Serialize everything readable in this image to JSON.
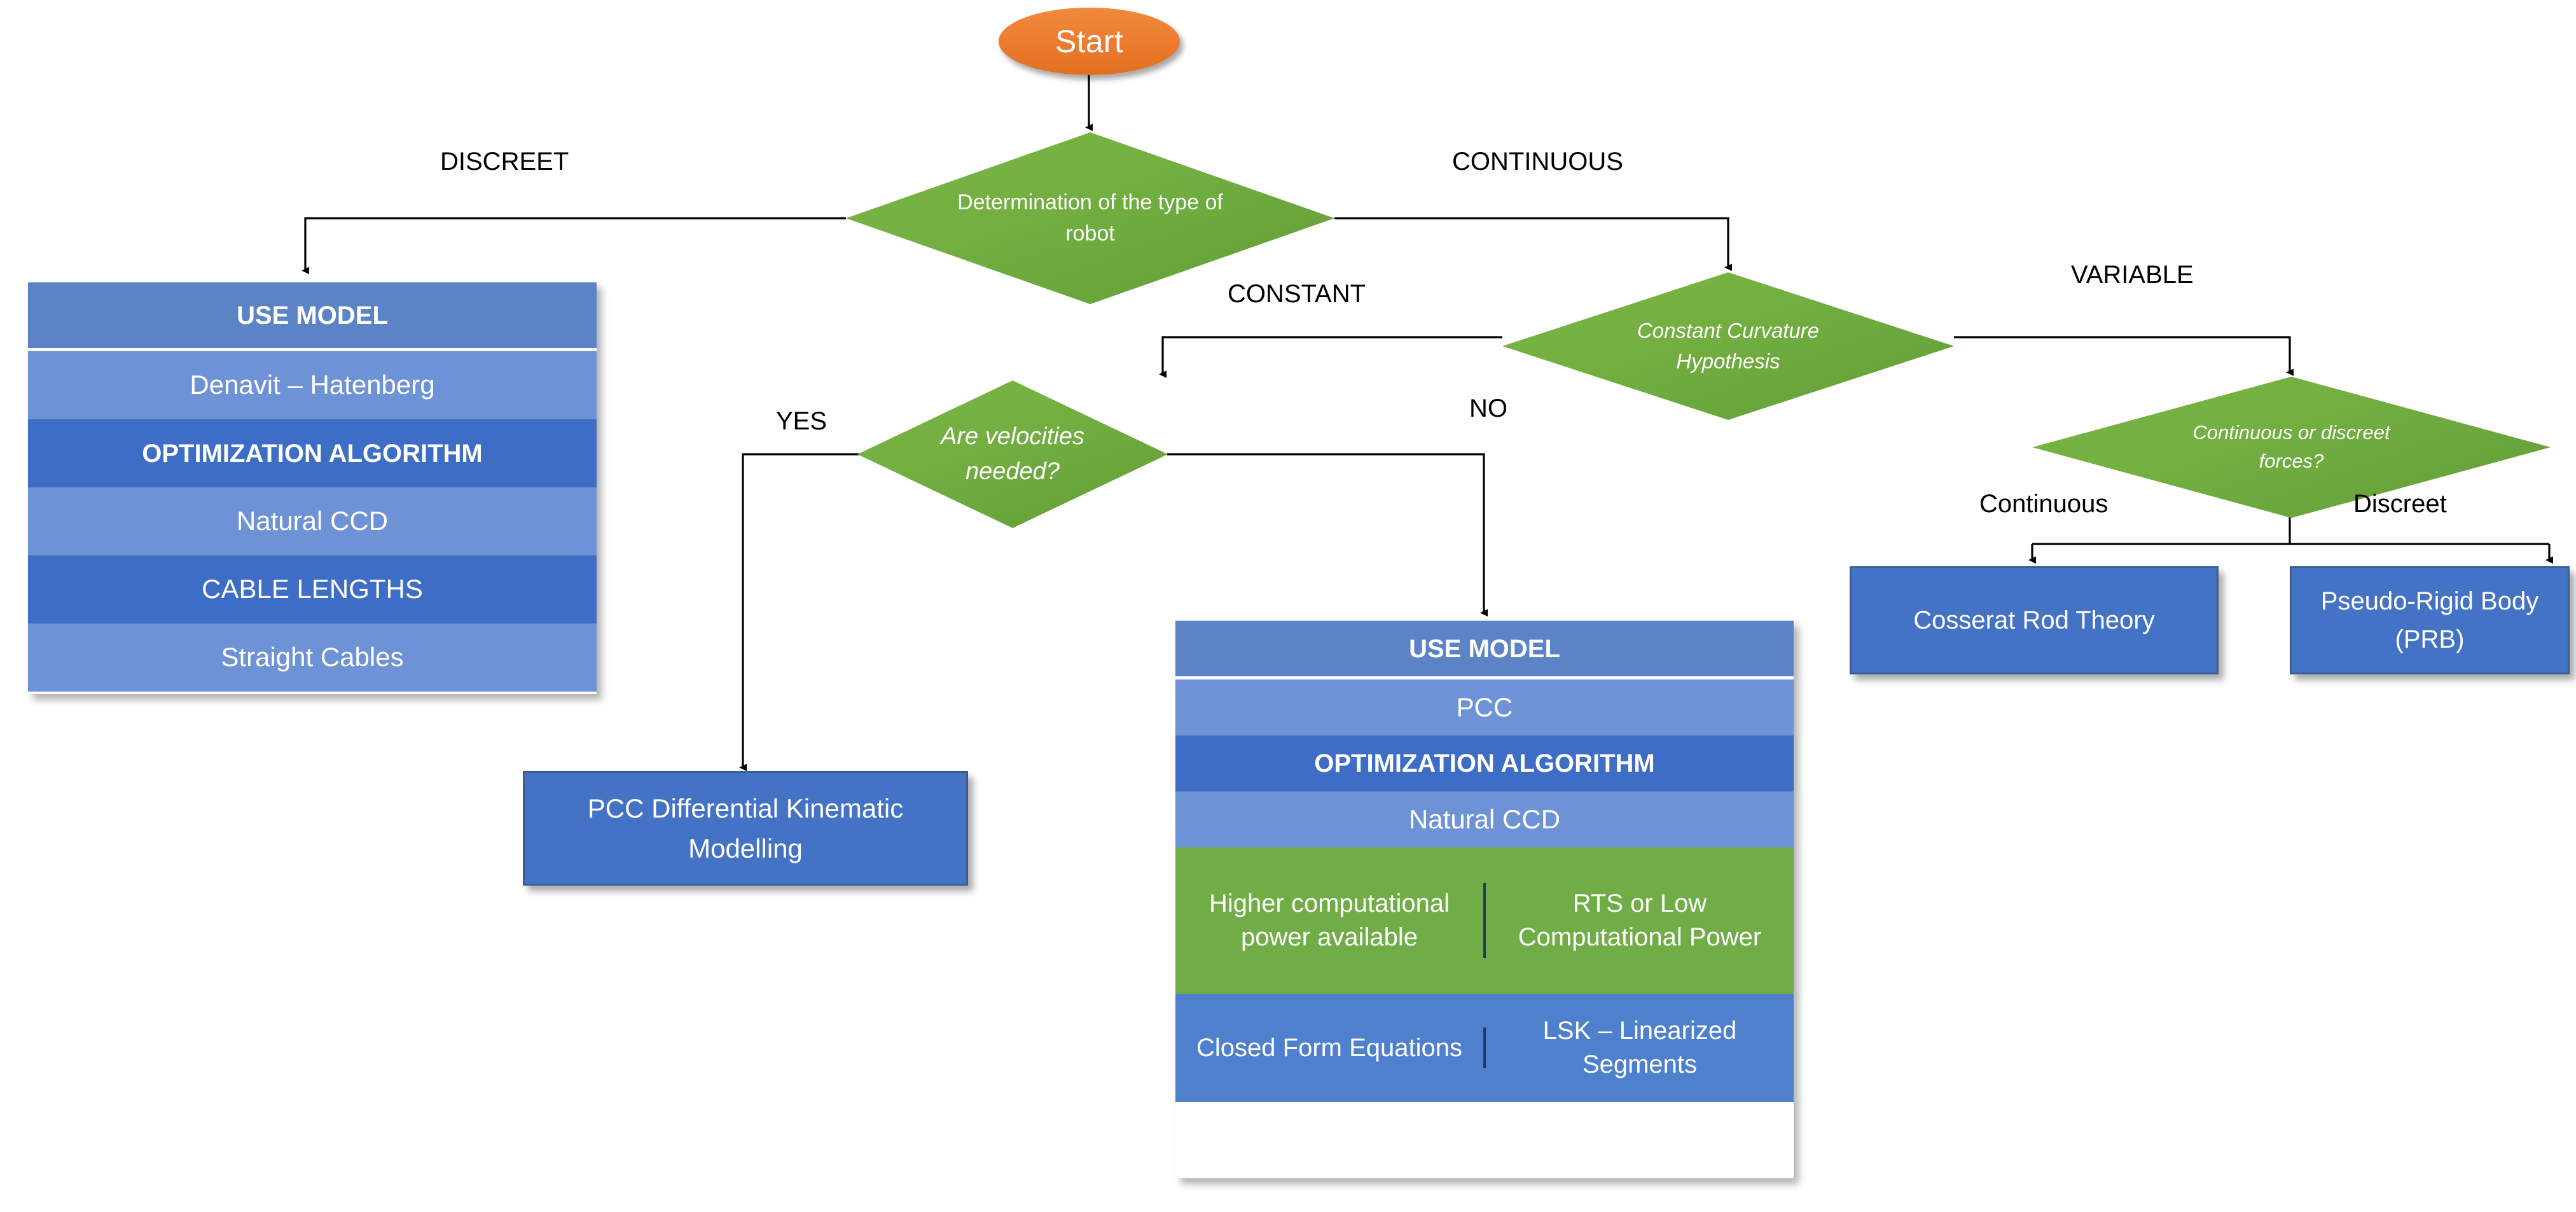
{
  "diagram": {
    "title": "Robot modelling decision flowchart",
    "colors": {
      "start_fill": "#ED7D31",
      "decision_fill": "#70AD47",
      "process_fill": "#4472C4",
      "table_header": "#5B83C6",
      "table_light": "#6D93D6",
      "table_dark": "#3E6DC5",
      "table_green": "#70AD47",
      "connector": "#000000",
      "text_on_shape": "#FFFFFF"
    },
    "start": {
      "label": "Start"
    },
    "decisions": [
      {
        "id": "type-of-robot",
        "label": "Determination of the type of robot",
        "italic": false
      },
      {
        "id": "constant-curvature",
        "label": "Constant Curvature Hypothesis",
        "italic": true
      },
      {
        "id": "velocities-needed",
        "label": "Are velocities needed?",
        "italic": true
      },
      {
        "id": "continuous-or-discreet-forces",
        "label": "Continuous or discreet forces?",
        "italic": true
      }
    ],
    "edge_labels": [
      {
        "id": "discreet",
        "text": "DISCREET"
      },
      {
        "id": "continuous",
        "text": "CONTINUOUS"
      },
      {
        "id": "constant",
        "text": "CONSTANT"
      },
      {
        "id": "variable",
        "text": "VARIABLE"
      },
      {
        "id": "yes",
        "text": "YES"
      },
      {
        "id": "no",
        "text": "NO"
      },
      {
        "id": "continuous-force",
        "text": "Continuous"
      },
      {
        "id": "discreet-force",
        "text": "Discreet"
      }
    ],
    "left_table": {
      "id": "discreet-use-model-table",
      "rows": [
        {
          "kind": "head",
          "text": "USE MODEL"
        },
        {
          "kind": "light",
          "text": "Denavit – Hatenberg"
        },
        {
          "kind": "dark",
          "text": "OPTIMIZATION ALGORITHM"
        },
        {
          "kind": "light",
          "text": "Natural CCD"
        },
        {
          "kind": "plain-dark",
          "text": "CABLE LENGTHS"
        },
        {
          "kind": "light",
          "text": "Straight Cables"
        }
      ]
    },
    "center_table": {
      "id": "constant-curvature-use-model-table",
      "rows": [
        {
          "kind": "head",
          "text": "USE MODEL"
        },
        {
          "kind": "light",
          "text": "PCC"
        },
        {
          "kind": "dark",
          "text": "OPTIMIZATION ALGORITHM"
        },
        {
          "kind": "light",
          "text": "Natural CCD"
        }
      ],
      "split_rows": [
        {
          "kind": "green",
          "left": "Higher computational power available",
          "right": "RTS or Low Computational Power"
        },
        {
          "kind": "bluecell",
          "left": "Closed Form Equations",
          "right": "LSK – Linearized Segments"
        }
      ]
    },
    "process_boxes": [
      {
        "id": "pcc-differential",
        "label": "PCC Differential Kinematic Modelling"
      },
      {
        "id": "cosserat-rod-theory",
        "label": "Cosserat Rod Theory"
      },
      {
        "id": "pseudo-rigid-body",
        "label": "Pseudo-Rigid Body (PRB)"
      }
    ]
  }
}
